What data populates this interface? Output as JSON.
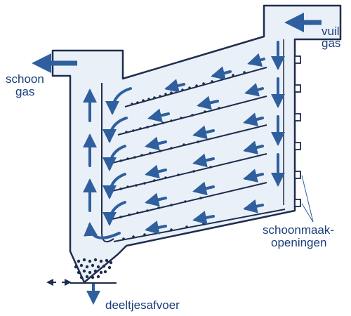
{
  "labels": {
    "inlet_line1": "vuil",
    "inlet_line2": "gas",
    "outlet_line1": "schoon",
    "outlet_line2": "gas",
    "cleaning_line1": "schoonmaak-",
    "cleaning_line2": "openingen",
    "discharge": "deeltjesafvoer"
  },
  "colors": {
    "outline": "#1f2d4d",
    "fill": "#e9f0f8",
    "arrow": "#2f5f9e",
    "text": "#1a3f7a",
    "dust": "#1f2d4d"
  },
  "settling_tray_count": 6,
  "cleaning_opening_count": 6,
  "icons": [
    "dirty-gas-inlet-arrow-icon",
    "clean-gas-outlet-arrow-icon",
    "particle-discharge-arrow-icon",
    "discharge-valve-double-arrow-icon"
  ]
}
